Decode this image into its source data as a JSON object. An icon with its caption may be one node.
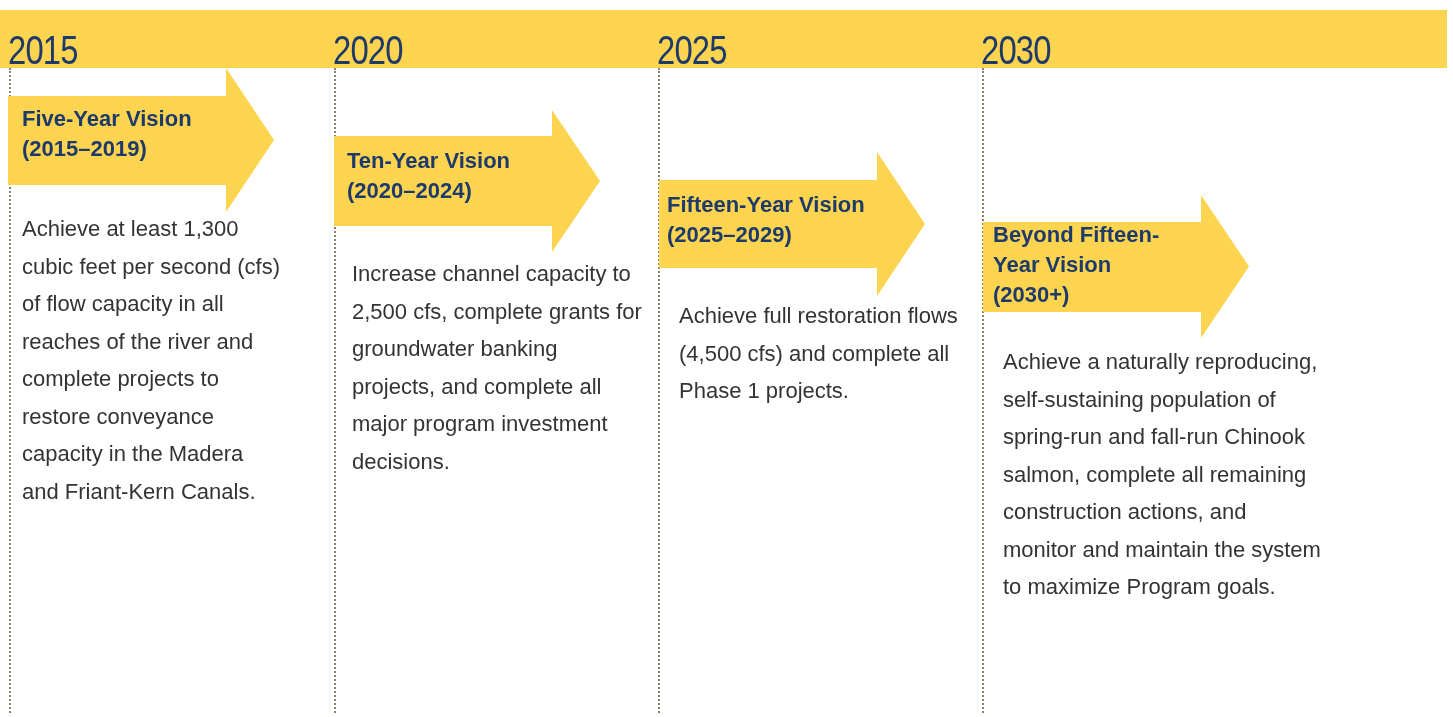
{
  "diagram": {
    "nodes": [
      {
        "text": [
          "Five-Year Vision (2015–2019)"
        ],
        "beside": [
          "Achieve at least 1,300 cubic feet per second (cfs) of flow capacity in all reaches of the river and complete projects to restore conveyance capacity in the Madera and Friant-Kern Canals."
        ]
      },
      {
        "text": [
          "Ten-Year Vision (2020–2024)"
        ],
        "beside": [
          "Increase channel capacity to 2,500 cfs, complete grants for groundwater banking projects, and complete all major program investment decisions."
        ]
      },
      {
        "text": [
          "Fifteen-Year Vision (2025–2029)"
        ],
        "beside": [
          "Achieve full restoration flows (4,500 cfs) and complete all Phase 1 projects."
        ]
      },
      {
        "text": [
          "Beyond Fifteen-Year Vision (2030+)"
        ],
        "beside": [
          "Achieve a naturally reproducing, self-sustaining population of spring-run and fall-run Chinook salmon, complete all remaining construction actions, and monitor and maintain the system to maximize Program goals."
        ]
      }
    ],
    "edges": [],
    "labels": [
      "2015",
      "2020",
      "2025",
      "2030"
    ]
  }
}
